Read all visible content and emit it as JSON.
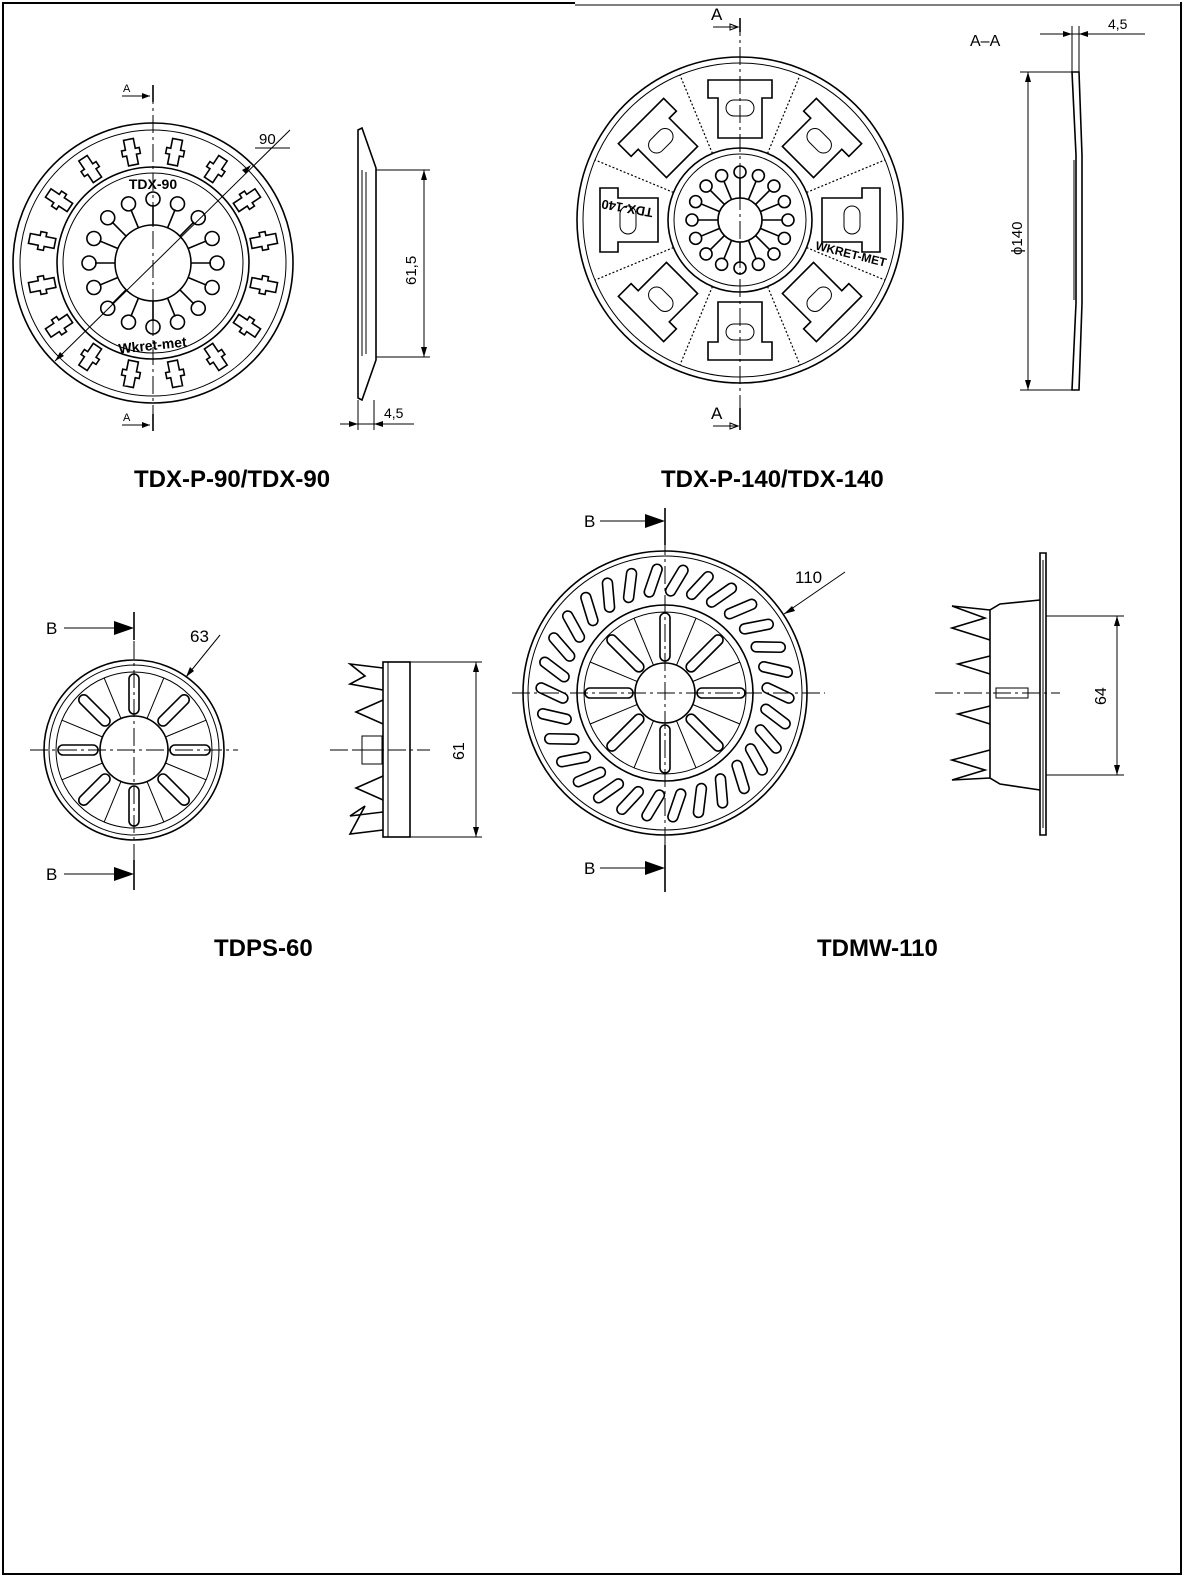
{
  "parts": {
    "tdx90": {
      "caption": "TDX-P-90/TDX-90",
      "section_mark": "A",
      "dim_diameter": "90",
      "dim_inner": "61,5",
      "dim_thickness": "4,5",
      "emboss_top": "TDX-90",
      "emboss_bottom": "Wkret-met"
    },
    "tdx140": {
      "caption": "TDX-P-140/TDX-140",
      "section_mark": "A",
      "section_title": "A–A",
      "dim_diameter": "ϕ140",
      "dim_thickness": "4,5",
      "emboss_left": "TDX-140",
      "emboss_right": "WKRET-MET"
    },
    "tdps60": {
      "caption": "TDPS-60",
      "section_mark": "B",
      "dim_diameter": "63",
      "dim_height": "61"
    },
    "tdmw110": {
      "caption": "TDMW-110",
      "section_mark": "B",
      "dim_diameter": "110",
      "dim_height": "64"
    }
  }
}
